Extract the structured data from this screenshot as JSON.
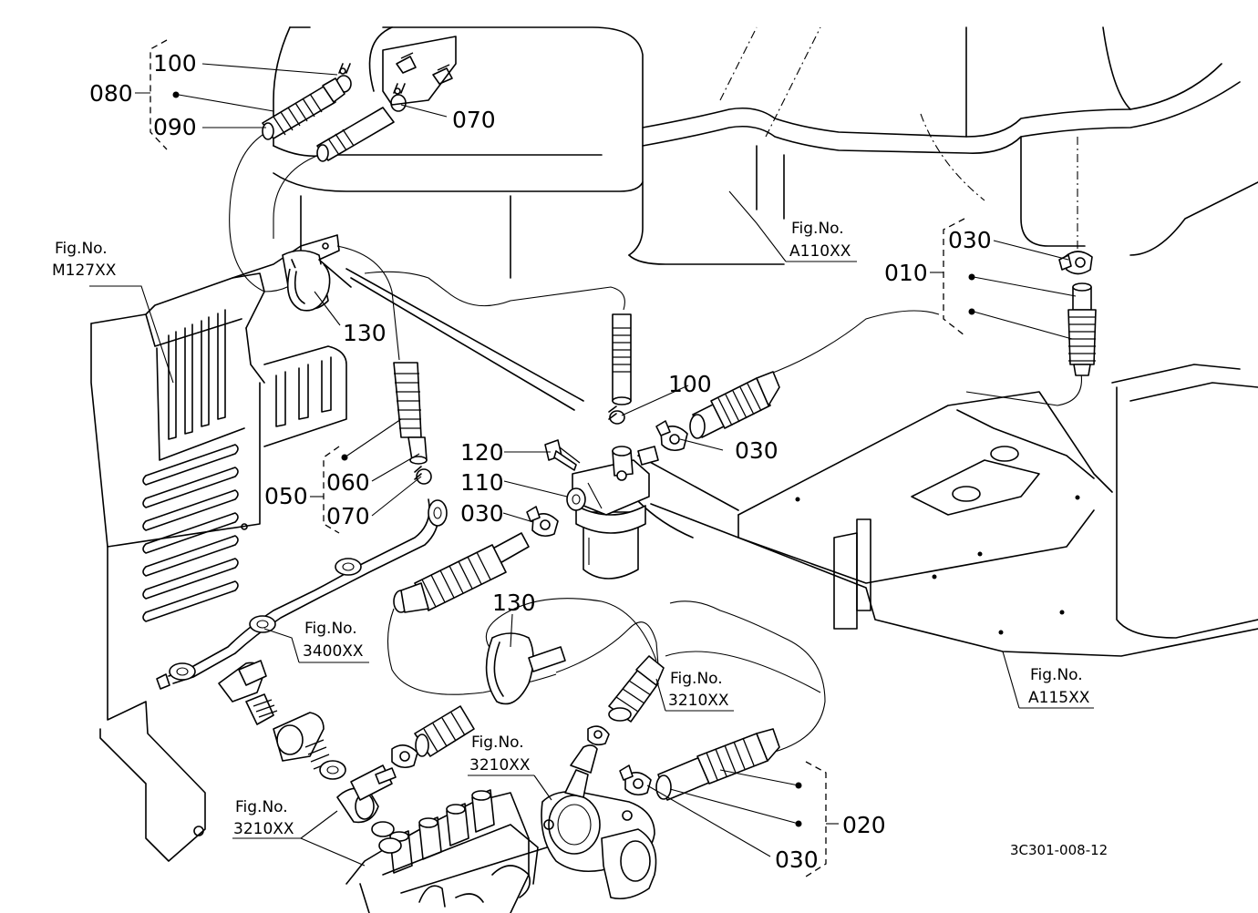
{
  "diagram": {
    "drawing_code": "3C301-008-12",
    "part_labels": {
      "p100_top": "100",
      "p080": "080",
      "p090": "090",
      "p070_top": "070",
      "p030_right": "030",
      "p010": "010",
      "p130_upper": "130",
      "p100_mid": "100",
      "p120": "120",
      "p030_mid": "030",
      "p110": "110",
      "p030_left": "030",
      "p060": "060",
      "p050": "050",
      "p070_mid": "070",
      "p130_lower": "130",
      "p020": "020",
      "p030_bottom": "030"
    },
    "figure_refs": {
      "m127": {
        "line1": "Fig.No.",
        "line2": "M127XX"
      },
      "a110": {
        "line1": "Fig.No.",
        "line2": "A110XX"
      },
      "a115": {
        "line1": "Fig.No.",
        "line2": "A115XX"
      },
      "f3400": {
        "line1": "Fig.No.",
        "line2": "3400XX"
      },
      "f3210_a": {
        "line1": "Fig.No.",
        "line2": "3210XX"
      },
      "f3210_b": {
        "line1": "Fig.No.",
        "line2": "3210XX"
      },
      "f3210_c": {
        "line1": "Fig.No.",
        "line2": "3210XX"
      }
    }
  }
}
